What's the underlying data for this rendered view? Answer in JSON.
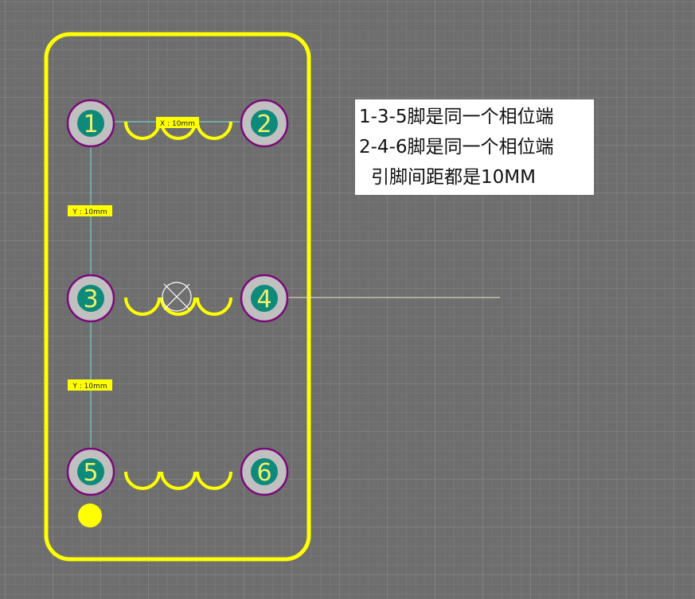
{
  "pads": [
    {
      "number": "1",
      "side": "left",
      "row": 1
    },
    {
      "number": "2",
      "side": "right",
      "row": 1
    },
    {
      "number": "3",
      "side": "left",
      "row": 2
    },
    {
      "number": "4",
      "side": "right",
      "row": 2
    },
    {
      "number": "5",
      "side": "left",
      "row": 3
    },
    {
      "number": "6",
      "side": "right",
      "row": 3
    }
  ],
  "dimensions": {
    "x_label": "X : 10mm",
    "y_label_top": "Y : 10mm",
    "y_label_bottom": "Y : 10mm"
  },
  "notes": [
    "1-3-5脚是同一个相位端",
    "2-4-6脚是同一个相位端",
    "引脚间距都是10MM"
  ],
  "colors": {
    "background": "#6e6e6e",
    "grid_minor": "#7d7d7d",
    "grid_major": "#8e8e8e",
    "silkscreen": "#ffff00",
    "pad_ring": "#c0c0c0",
    "pad_outline": "#7a0a7a",
    "pad_hole": "#0e8a7a",
    "pad_label": "#f0f070",
    "dimension_line": "#7fe0d8",
    "note_background": "#ffffff"
  },
  "icons": {
    "origin_marker": "crosshair-circle-icon",
    "pin1_marker": "filled-dot-icon"
  }
}
